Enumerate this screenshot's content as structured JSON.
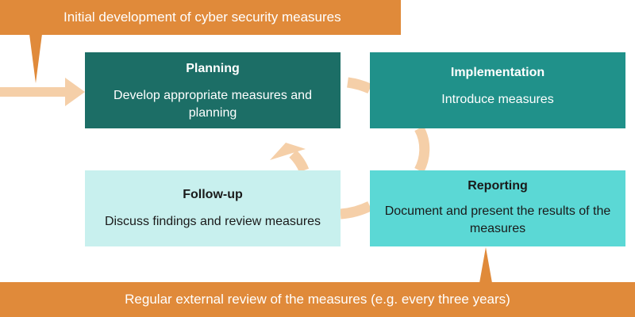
{
  "top_banner": {
    "text": "Initial development of cyber security measures"
  },
  "bottom_banner": {
    "text": "Regular external review of the measures (e.g. every three years)"
  },
  "boxes": {
    "planning": {
      "title": "Planning",
      "text": "Develop appropriate measures and planning",
      "color": "#1c6e66"
    },
    "implementation": {
      "title": "Implementation",
      "text": "Introduce measures",
      "color": "#20918a"
    },
    "reporting": {
      "title": "Reporting",
      "text": "Document and present the results of the measures",
      "color": "#5bd8d5"
    },
    "followup": {
      "title": "Follow-up",
      "text": "Discuss findings and review measures",
      "color": "#c8f0ee"
    }
  },
  "colors": {
    "banner": "#e08a3a",
    "arrow": "#f5cfa8"
  }
}
